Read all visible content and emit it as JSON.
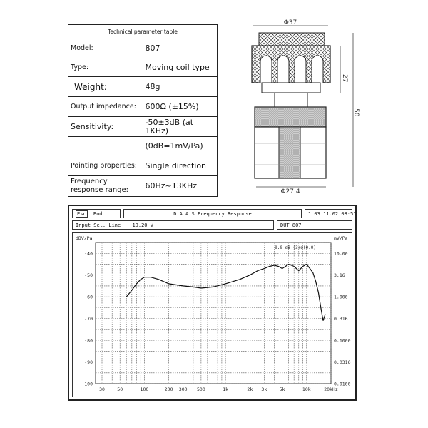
{
  "table": {
    "title": "Technical parameter table",
    "rows": [
      {
        "key": "Model:",
        "value": "807"
      },
      {
        "key": "Type:",
        "value": "Moving coil type"
      },
      {
        "key": "Weight:",
        "value": "48g"
      },
      {
        "key": "Output impedance:",
        "value": "600Ω (±15%)"
      },
      {
        "key": "Sensitivity:",
        "value": "-50±3dB (at 1KHz)"
      },
      {
        "key": "",
        "value": "(0dB=1mV/Pa)"
      },
      {
        "key": "Pointing properties:",
        "value": "Single direction"
      },
      {
        "key": "Frequency response range:",
        "value": "60Hz~13KHz"
      }
    ]
  },
  "drawing": {
    "top_dim": "Φ37",
    "bottom_dim": "Φ27.4",
    "right_dim_small": "27",
    "right_dim_large": "50"
  },
  "window": {
    "esc_label": "Esc",
    "end_label": "End",
    "title": "D A A S   Frequency Response",
    "date": "1  03.11.02  08:51",
    "input_label": "Input Sel. Line",
    "input_value": "10.20 V",
    "dut": "DUT 807",
    "legend": "--0.0 dB (3rd(0.0)"
  },
  "chart_data": {
    "type": "line",
    "xlabel": "",
    "ylabel": "dBV/Pa",
    "y2label": "mV/Pa",
    "x_scale": "log",
    "xlim": [
      25,
      20000
    ],
    "ylim": [
      -100,
      -35
    ],
    "x_ticks": [
      "30",
      "50",
      "100",
      "200",
      "300",
      "500",
      "1k",
      "2k",
      "3k",
      "5k",
      "10k",
      "20kHz"
    ],
    "x_tick_values": [
      30,
      50,
      100,
      200,
      300,
      500,
      1000,
      2000,
      3000,
      5000,
      10000,
      20000
    ],
    "y_ticks": [
      "-40",
      "-50",
      "-60",
      "-70",
      "-80",
      "-90",
      "-100"
    ],
    "y_tick_values": [
      -40,
      -50,
      -60,
      -70,
      -80,
      -90,
      -100
    ],
    "y2_ticks": [
      "10.00",
      "3.16",
      "1.000",
      "0.316",
      "0.1000",
      "0.0316",
      "0.0100"
    ],
    "grid": true,
    "series": [
      {
        "x": [
          60,
          70,
          80,
          90,
          100,
          120,
          150,
          200,
          300,
          400,
          500,
          700,
          1000,
          1500,
          2000,
          2500,
          3000,
          3500,
          4000,
          4500,
          5000,
          5500,
          6000,
          7000,
          8000,
          9000,
          10000,
          11000,
          12000,
          13000,
          14000,
          15000,
          16000,
          17000
        ],
        "y": [
          -60,
          -57,
          -54,
          -52,
          -51,
          -51,
          -52,
          -54,
          -55,
          -55.5,
          -56,
          -55.5,
          -54,
          -52,
          -50,
          -48,
          -47,
          -46,
          -45.5,
          -46,
          -47,
          -46,
          -45,
          -46,
          -48,
          -46,
          -45,
          -47,
          -49,
          -53,
          -58,
          -65,
          -71,
          -68
        ]
      }
    ]
  }
}
